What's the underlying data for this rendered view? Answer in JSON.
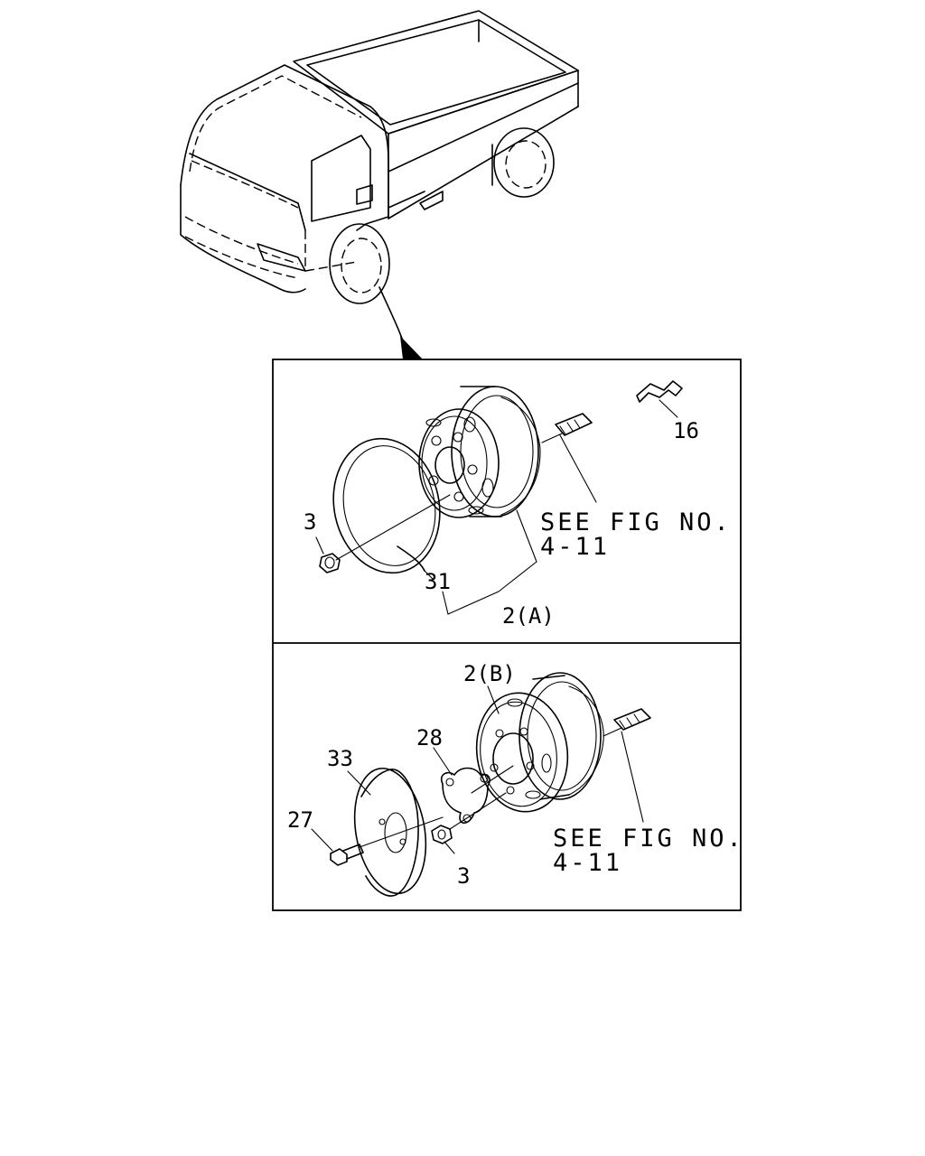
{
  "labels": {
    "nut_top": "3",
    "ring_31": "31",
    "wheel_2a": "2(A)",
    "clip_16": "16",
    "ref_top_line1": "SEE FIG NO.",
    "ref_top_line2": "4-11",
    "wheel_2b": "2(B)",
    "plate_28": "28",
    "disc_33": "33",
    "bolt_27": "27",
    "nut_bottom": "3",
    "ref_bottom_line1": "SEE FIG NO.",
    "ref_bottom_line2": "4-11"
  }
}
